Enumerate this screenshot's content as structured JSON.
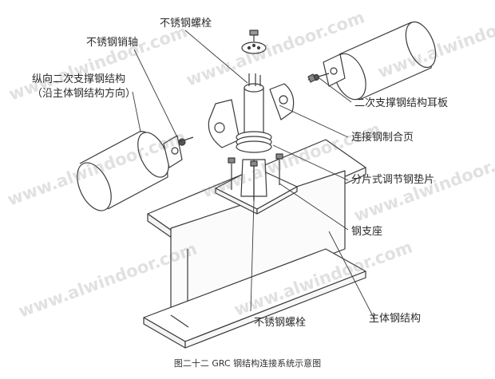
{
  "labels": {
    "bolt_top": "不锈钢螺栓",
    "stainless_pin": "不锈钢销轴",
    "secondary_steel": "纵向二次支撑钢结构",
    "secondary_steel_dir": "（沿主体钢结构方向）",
    "ear_plate": "二次支撑钢结构耳板",
    "hinge": "连接钢制合页",
    "shim": "分片式调节钢垫片",
    "support": "钢支座",
    "bolt_bottom": "不锈钢螺栓",
    "main_steel": "主体钢结构"
  },
  "caption": "图二十二  GRC 钢结构连接系统示意图",
  "watermark": "www.alwindoor.com",
  "colors": {
    "line": "#3a3a3a",
    "watermark": "#9a9a9a"
  }
}
